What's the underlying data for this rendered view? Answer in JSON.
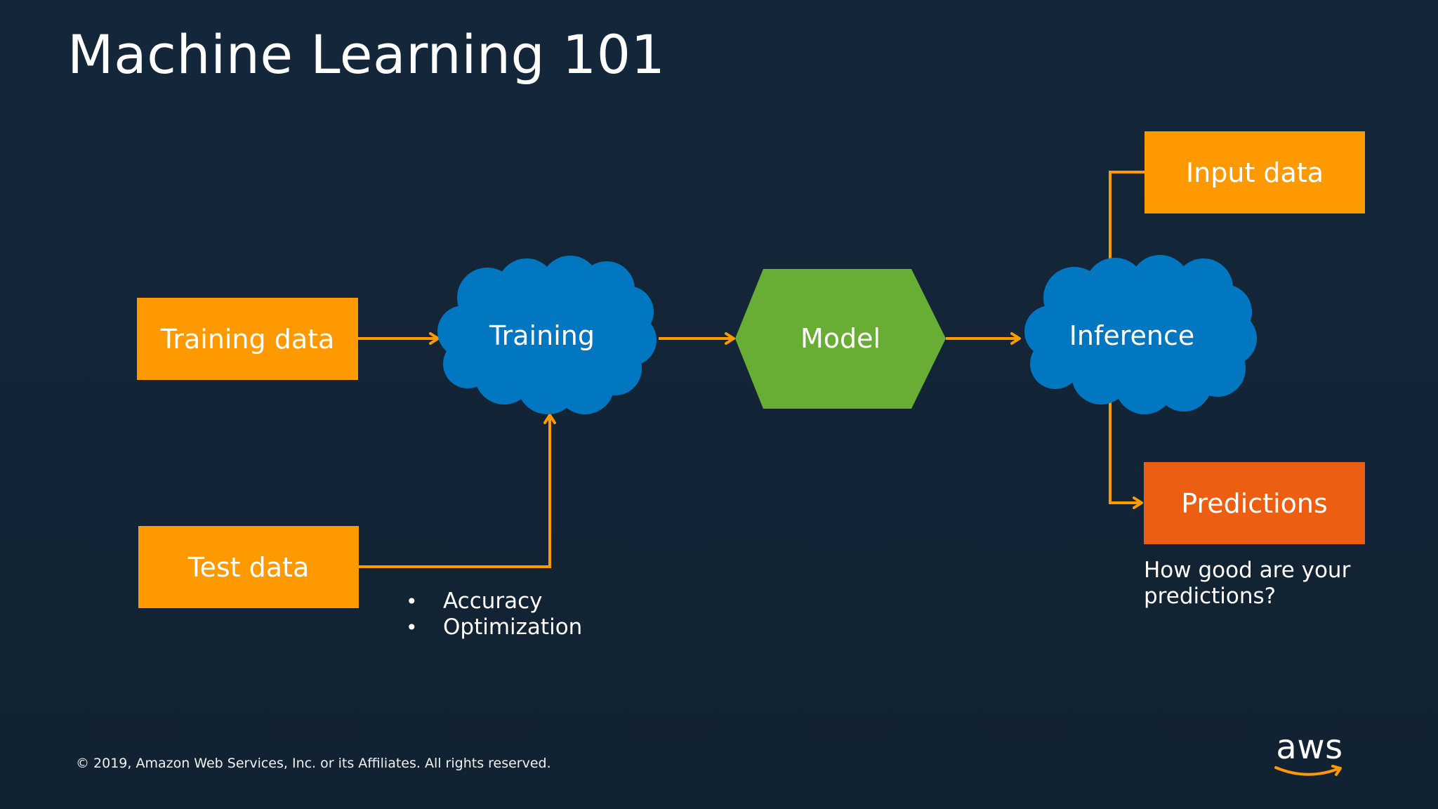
{
  "slide": {
    "title": "Machine Learning 101",
    "footer": "© 2019, Amazon Web Services, Inc. or its Affiliates. All rights reserved.",
    "logo_text": "aws"
  },
  "nodes": {
    "training_data": "Training data",
    "test_data": "Test data",
    "training": "Training",
    "model": "Model",
    "inference": "Inference",
    "input_data": "Input data",
    "predictions": "Predictions"
  },
  "training_metrics": [
    "Accuracy",
    "Optimization"
  ],
  "predictions_note": "How good are your predictions?",
  "colors": {
    "background": "#132436",
    "orange": "#ff9900",
    "dark_orange": "#ec5f12",
    "cloud_blue": "#0077c0",
    "model_green": "#69ae34",
    "connector": "#ff9900",
    "text": "#ffffff"
  },
  "icons": {
    "bullet": "•"
  }
}
